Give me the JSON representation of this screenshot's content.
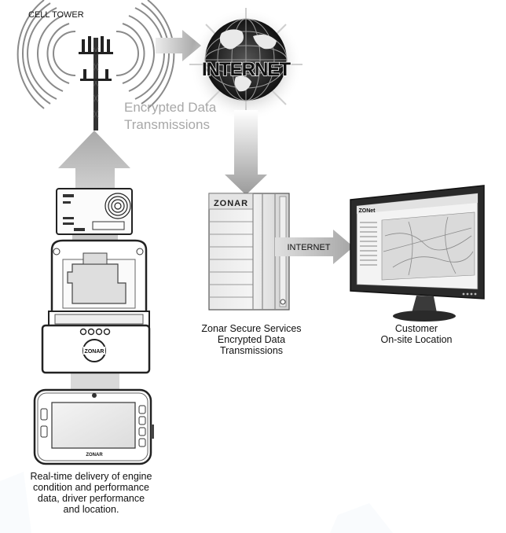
{
  "labels": {
    "cell_tower": "CELL TOWER",
    "internet_globe": "INTERNET",
    "encrypted_line1": "Encrypted Data",
    "encrypted_line2": "Transmissions",
    "internet_arrow": "INTERNET",
    "zonar_line1": "Zonar Secure Services",
    "zonar_line2": "Encrypted Data",
    "zonar_line3": "Transmissions",
    "customer_line1": "Customer",
    "customer_line2": "On-site Location",
    "realtime_line1": "Real-time delivery of engine",
    "realtime_line2": "condition and performance",
    "realtime_line3": "data, driver performance",
    "realtime_line4": "and location."
  },
  "logos": {
    "server_brand": "ZONAR",
    "device_brand": "ZONAR",
    "tablet_brand": "ZONAR",
    "monitor_brand": "ZONet"
  },
  "colors": {
    "arrow_gray": "#b3b3b3",
    "arrow_light": "#d6d6d6",
    "dark": "#1a1a1a",
    "encrypted_text": "#a8a8a8"
  }
}
